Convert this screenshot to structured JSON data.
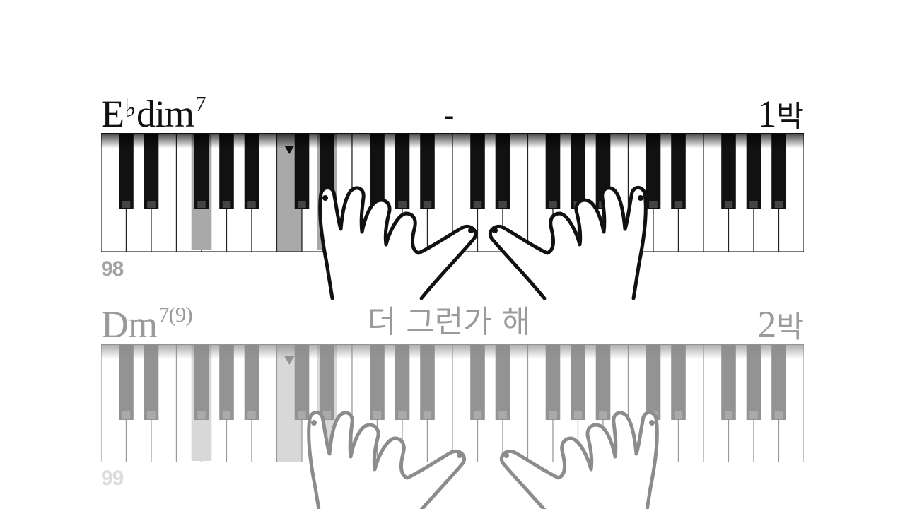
{
  "rows": [
    {
      "chord": {
        "root": "E",
        "accidental": "♭",
        "quality": "dim",
        "extension": "7"
      },
      "lyric": "-",
      "beat": {
        "number": "1",
        "unit": "박"
      },
      "measure": "98",
      "highlighted_keys": [
        "Gb3",
        "C4",
        "Eb4"
      ],
      "marker_key": "C4",
      "state": "active"
    },
    {
      "chord": {
        "root": "D",
        "accidental": "",
        "quality": "m",
        "extension": "7(9)"
      },
      "lyric": "더 그런가 해",
      "beat": {
        "number": "2",
        "unit": "박"
      },
      "measure": "99",
      "highlighted_keys": [
        "Gb3",
        "C4",
        "Eb4"
      ],
      "marker_key": "C4",
      "state": "upcoming"
    }
  ],
  "keyboard": {
    "white_keys": 28,
    "first_key": "C3"
  },
  "colors": {
    "active_text": "#111111",
    "faded_text": "#9a9a9a",
    "highlight": "#a9a9a9",
    "black_key": "#111111"
  }
}
